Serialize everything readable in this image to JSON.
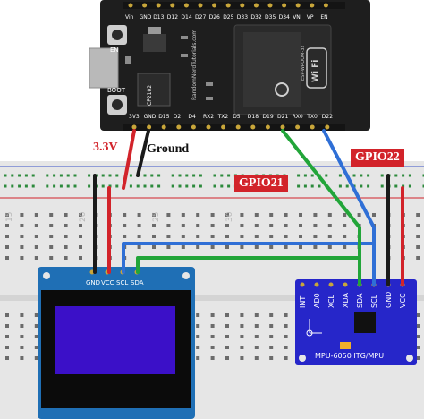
{
  "esp32": {
    "top_pins": [
      "Vin",
      "GND",
      "D13",
      "D12",
      "D14",
      "D27",
      "D26",
      "D25",
      "D33",
      "D32",
      "D35",
      "D34",
      "VN",
      "VP",
      "EN"
    ],
    "bottom_pins": [
      "3V3",
      "GND",
      "D15",
      "D2",
      "D4",
      "RX2",
      "TX2",
      "D5",
      "D18",
      "D19",
      "D21",
      "RX0",
      "TX0",
      "D22"
    ],
    "chip_label": "CP2102",
    "side_text": "RandomNerdTutorials.com",
    "module_text": "ESP-WROOM-32",
    "en_button": "EN",
    "boot_button": "BOOT",
    "wifi_text": "Wi Fi"
  },
  "labels": {
    "v33": "3.3V",
    "ground": "Ground",
    "gpio21": "GPIO21",
    "gpio22": "GPIO22"
  },
  "oled": {
    "pins": [
      "GND",
      "VCC",
      "SCL",
      "SDA"
    ]
  },
  "mpu": {
    "pins": [
      "INT",
      "AD0",
      "XCL",
      "XDA",
      "SDA",
      "SCL",
      "GND",
      "VCC"
    ],
    "name": "MPU-6050 ITG/MPU"
  },
  "breadboard": {
    "col_numbers": [
      "15",
      "20",
      "25",
      "30"
    ]
  },
  "colors": {
    "wire_red": "#d2232a",
    "wire_black": "#1a1a1a",
    "wire_green": "#22a539",
    "wire_blue": "#2f6fd6",
    "board_dark": "#1e1e1e",
    "mpu_blue": "#2626c9",
    "oled_blue": "#1f6fb5",
    "oled_screen": "#3b10c8"
  }
}
